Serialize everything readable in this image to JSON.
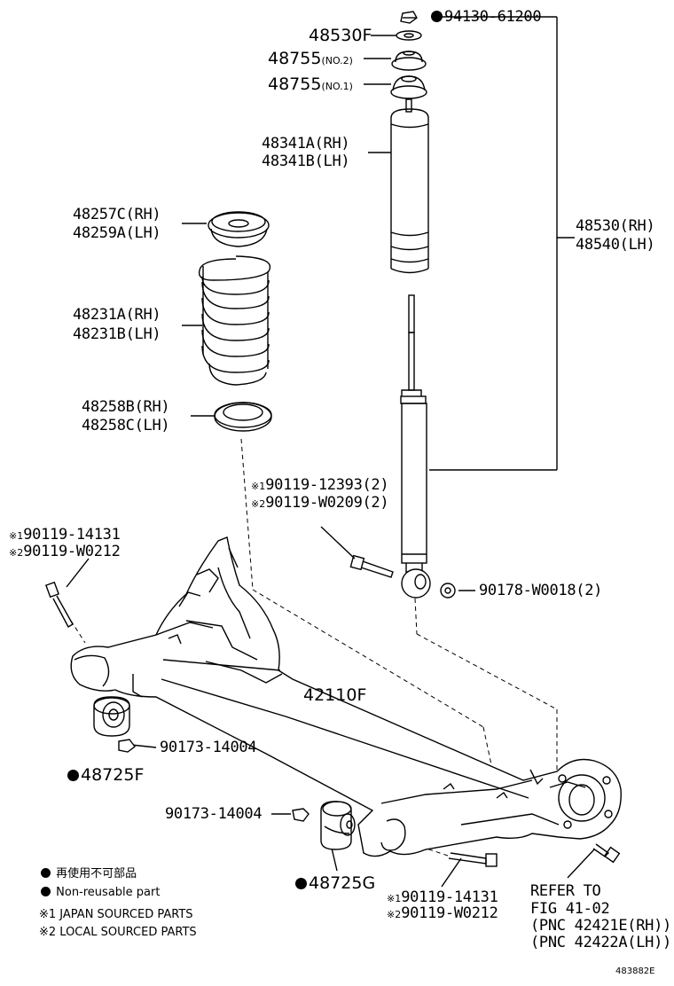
{
  "labels": {
    "nut": "94130-61200",
    "insulator": "48530F",
    "support_no2": "48755",
    "support_no2_note": "(NO.2)",
    "support_no1": "48755",
    "support_no1_note": "(NO.1)",
    "boot_rh": "48341A(RH)",
    "boot_lh": "48341B(LH)",
    "upper_seat_rh": "48257C(RH)",
    "upper_seat_lh": "48259A(LH)",
    "spring_rh": "48231A(RH)",
    "spring_lh": "48231B(LH)",
    "lower_seat_rh": "48258B(RH)",
    "lower_seat_lh": "48258C(LH)",
    "absorber_rh": "48530(RH)",
    "absorber_lh": "48540(LH)",
    "bolt_upper_1": "90119-12393(2)",
    "bolt_upper_2": "90119-W0209(2)",
    "nut_lower": "90178-W0018(2)",
    "bolt_left_1": "90119-14131",
    "bolt_left_2": "90119-W0212",
    "axle_beam": "42110F",
    "bushing_nut_left": "90173-14004",
    "bushing_left": "48725F",
    "bushing_nut_right": "90173-14004",
    "bushing_right": "48725G",
    "bolt_bottom_1": "90119-14131",
    "bolt_bottom_2": "90119-W0212",
    "refer_1": "REFER TO",
    "refer_2": "FIG 41-02",
    "refer_3": "(PNC 42421E(RH))",
    "refer_4": "(PNC 42422A(LH))",
    "mark1": "※1",
    "mark2": "※2"
  },
  "legend": {
    "reuse_jp": "再使用不可部品",
    "reuse_en": "Non-reusable part",
    "japan": "※1 JAPAN SOURCED PARTS",
    "local": "※2 LOCAL SOURCED PARTS"
  },
  "reference_number": "483882E"
}
